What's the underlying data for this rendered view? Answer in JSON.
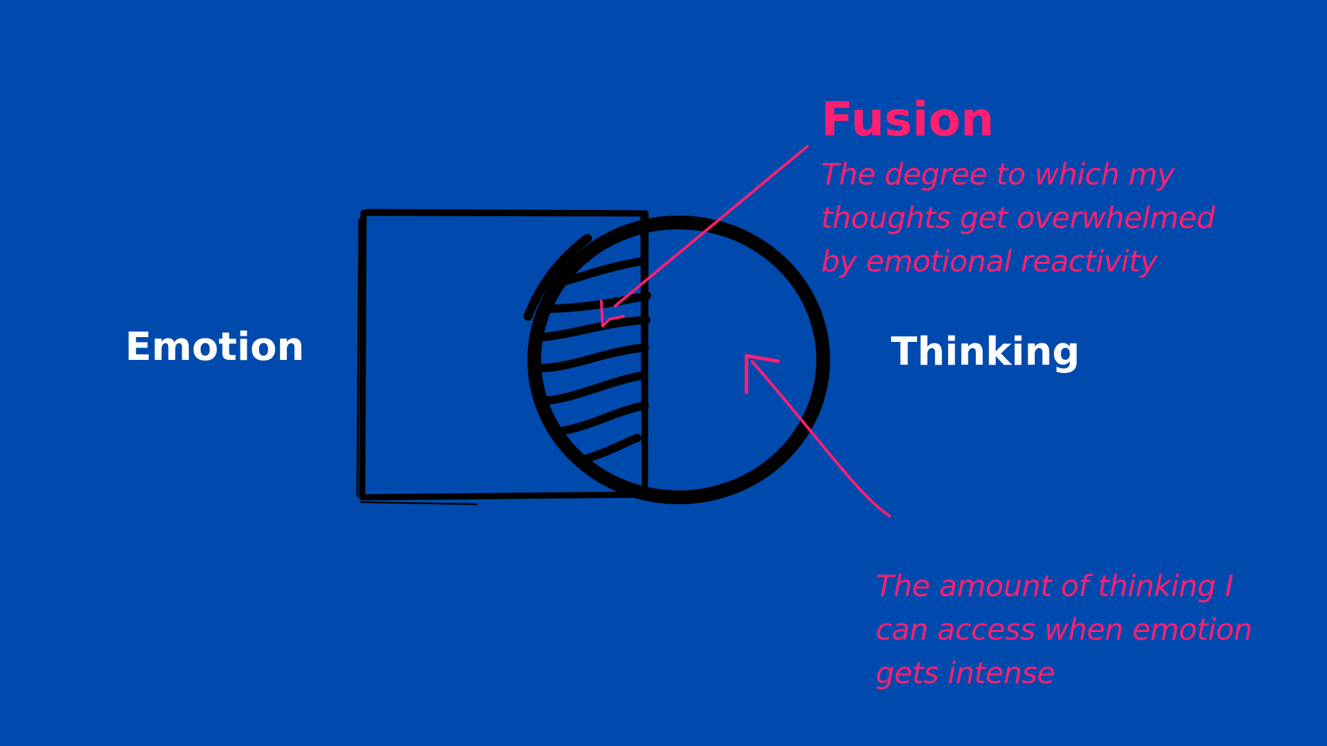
{
  "colors": {
    "background": "#004AAD",
    "label": "#FFFFFF",
    "accent": "#FF1F70",
    "ink": "#000000"
  },
  "diagram": {
    "left_label": "Emotion",
    "right_label": "Thinking",
    "overlap_title": "Fusion",
    "overlap_description": [
      "The degree to which my",
      "thoughts get overwhelmed",
      "by emotional reactivity"
    ],
    "thinking_description": [
      "The amount of thinking I",
      "can access when emotion",
      "gets intense"
    ]
  }
}
